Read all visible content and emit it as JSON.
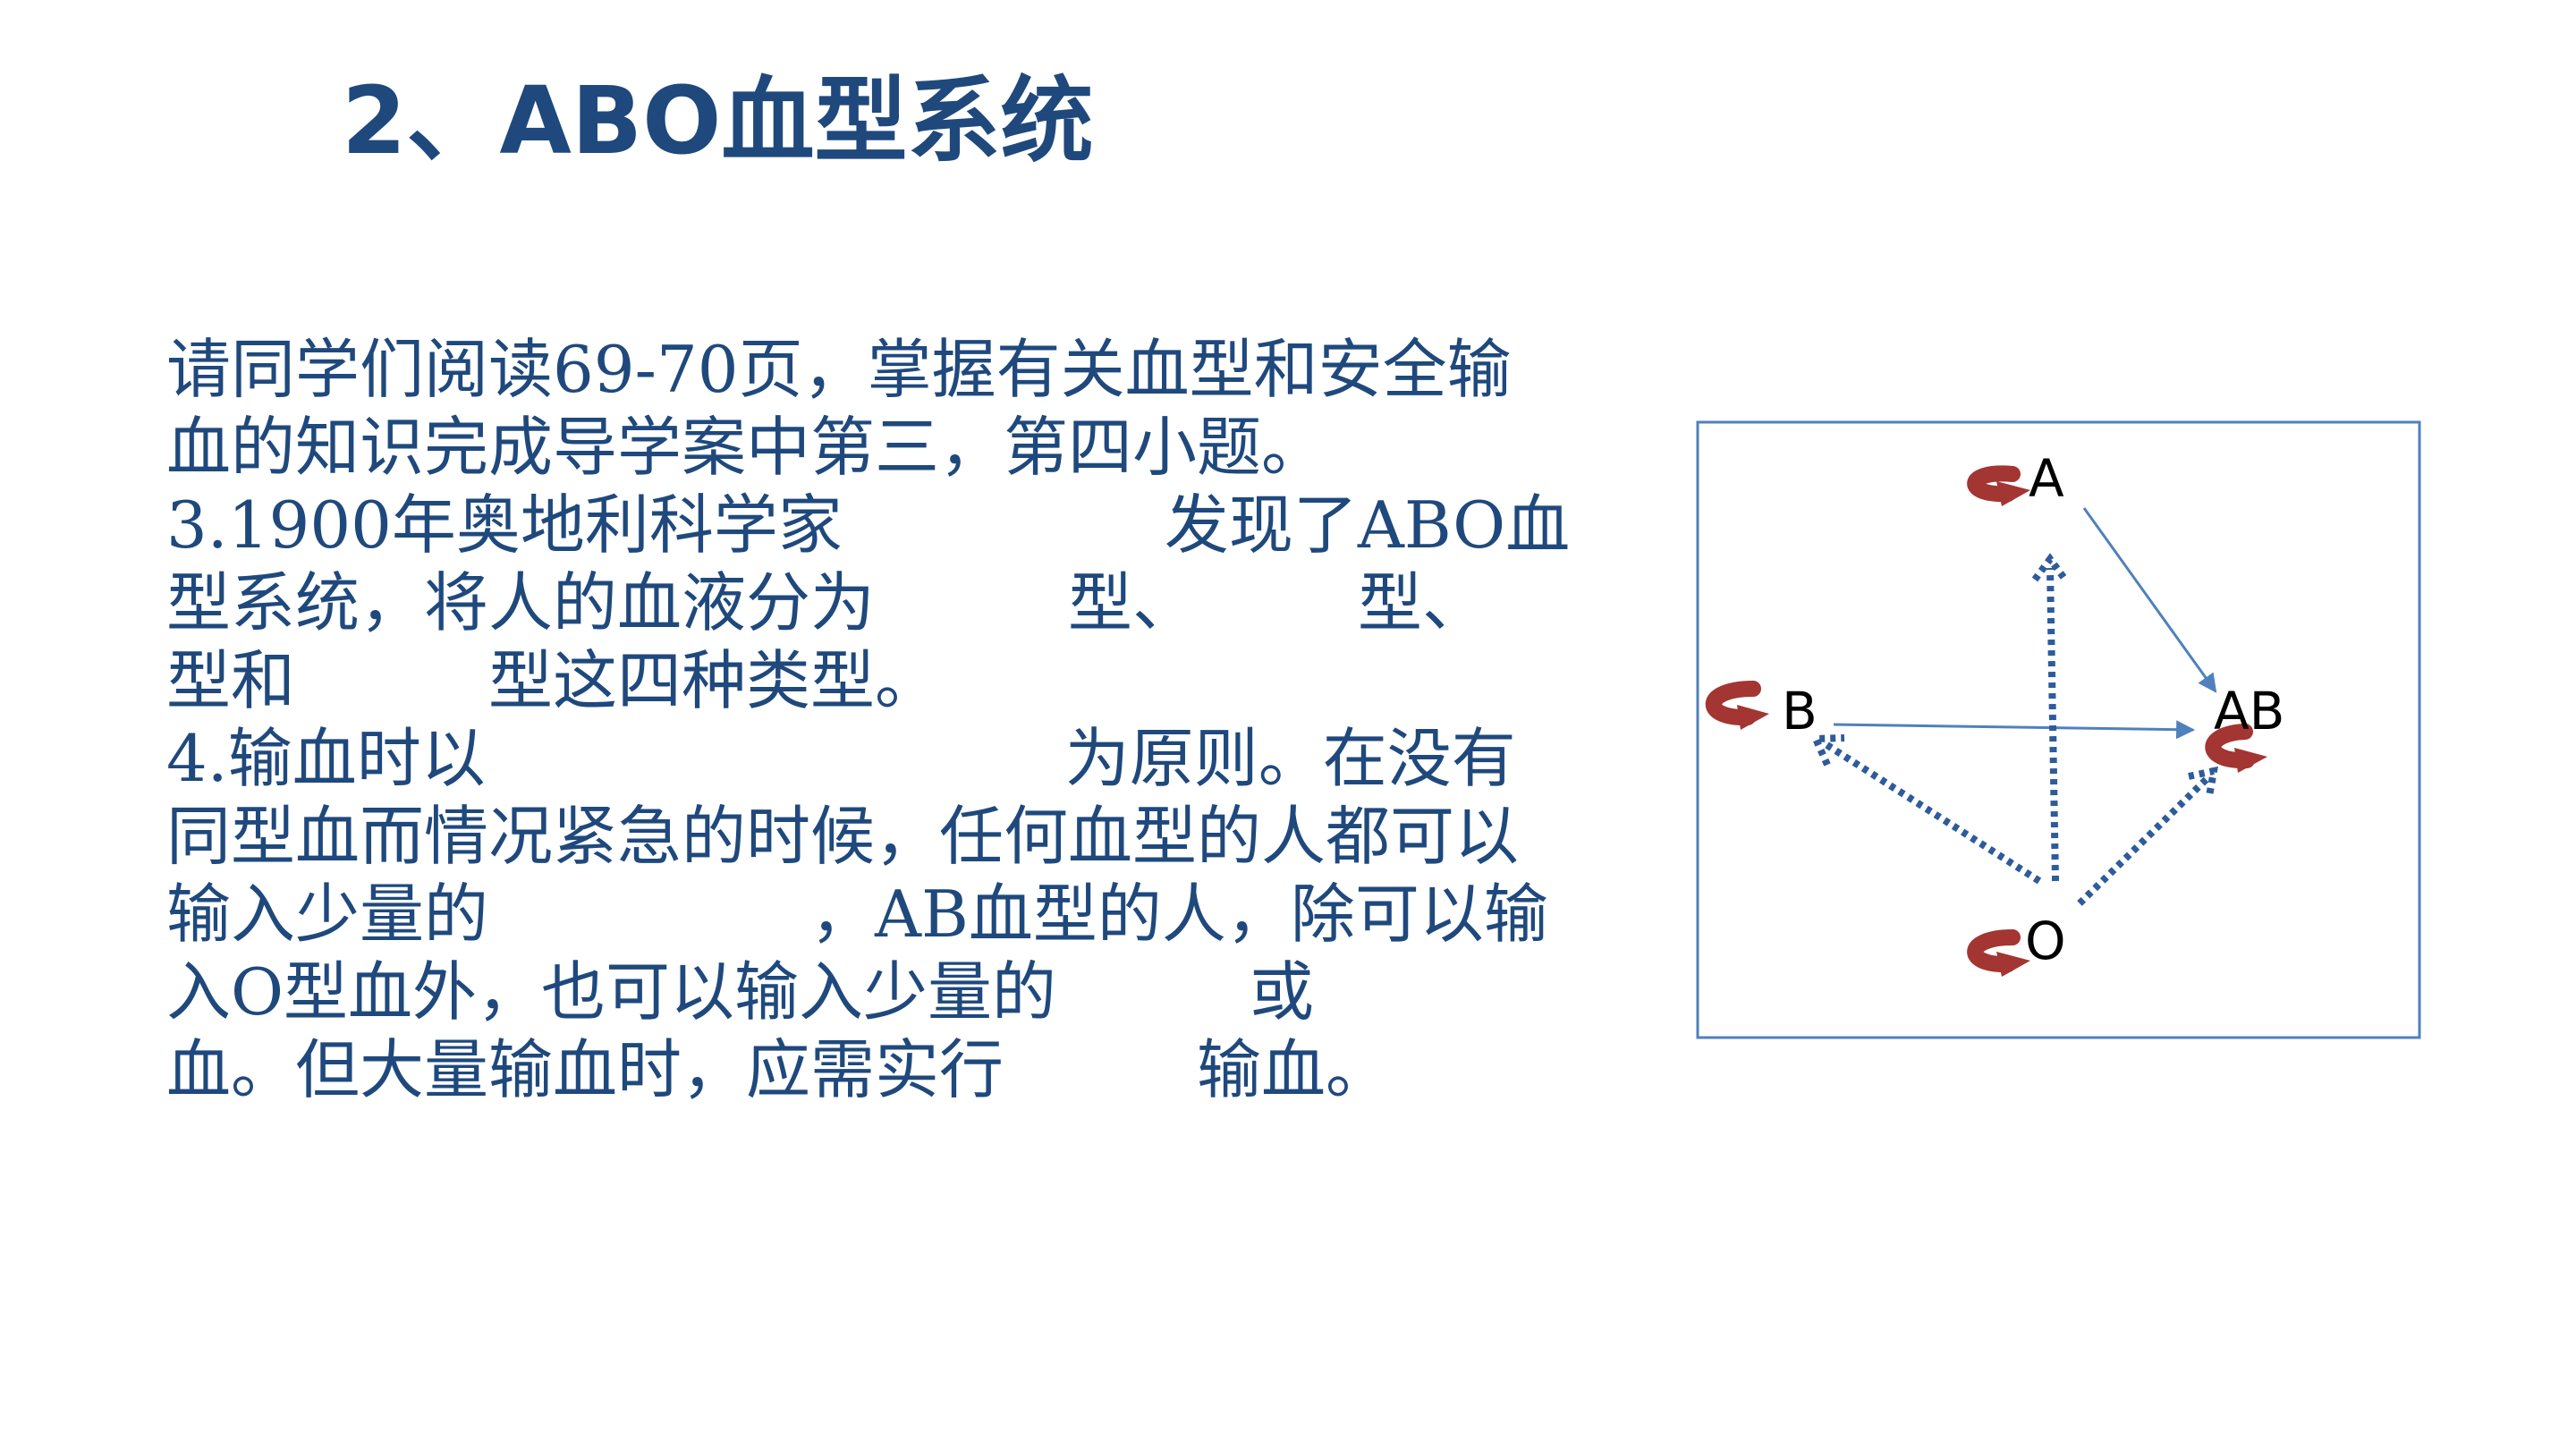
{
  "slide": {
    "title": "2、ABO血型系统"
  },
  "body": {
    "lines": [
      "请同学们阅读69-70页，掌握有关血型和安全输",
      "血的知识完成导学案中第三，第四小题。",
      "3.1900年奥地利科学家　　　　　发现了ABO血",
      "型系统，将人的血液分为　　　型、　　　型、",
      "型和　　　型这四种类型。",
      "4.输血时以　　　　　　　　　为原则。在没有",
      "同型血而情况紧急的时候，任何血型的人都可以",
      "输入少量的　　　　　，AB血型的人，除可以输",
      "入O型血外，也可以输入少量的　　　或",
      "血。但大量输血时，应需实行　　　输血。"
    ]
  },
  "diagram": {
    "nodes": {
      "a": "A",
      "b": "B",
      "ab": "AB",
      "o": "O"
    },
    "colors": {
      "frame": "#4f81bd",
      "solid_arrow": "#4f81bd",
      "dotted_arrow": "#2e5b9a",
      "curl_arrow": "#a33533"
    }
  }
}
